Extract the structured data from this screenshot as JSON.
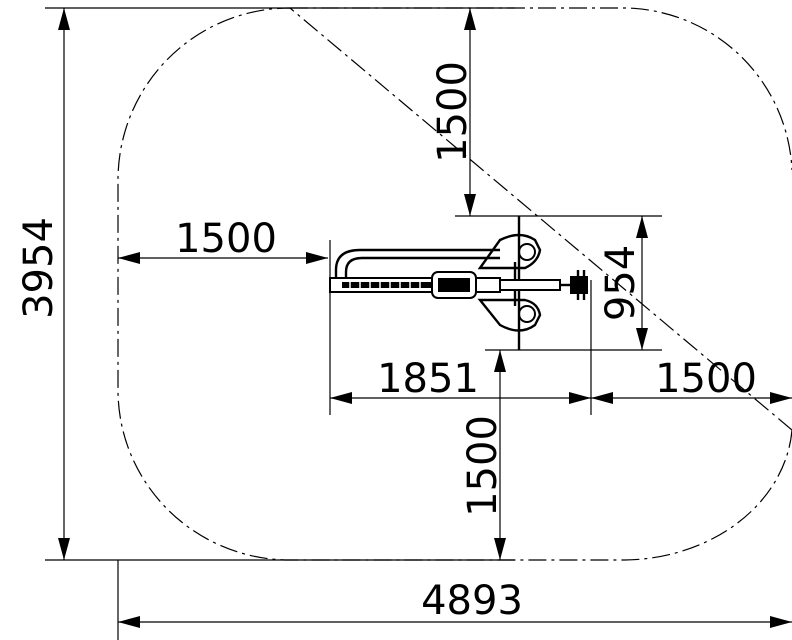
{
  "drawing": {
    "dimensions": {
      "overall_height": "3954",
      "overall_width": "4893",
      "left_clearance": "1500",
      "top_clearance": "1500",
      "equipment_length": "1851",
      "right_clearance": "1500",
      "bottom_clearance": "1500",
      "equipment_width": "954"
    }
  },
  "colors": {
    "line": "#000000",
    "background": "#ffffff"
  }
}
